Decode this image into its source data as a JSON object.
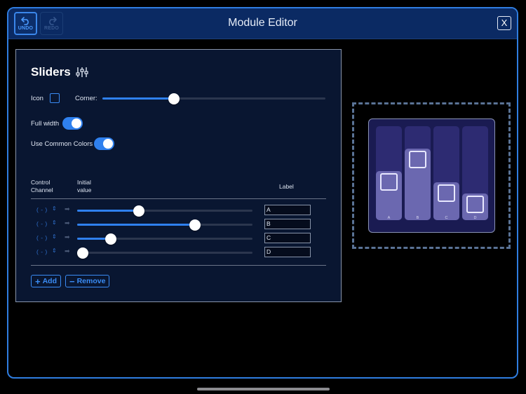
{
  "header": {
    "title": "Module Editor",
    "undo_label": "UNDO",
    "redo_label": "REDO",
    "close_label": "X"
  },
  "panel": {
    "title": "Sliders",
    "title_icon": "sliders-icon",
    "icon_label": "Icon",
    "icon_checked": false,
    "corner_label": "Corner:",
    "corner_value": 0.32,
    "full_width_label": "Full width",
    "full_width_on": true,
    "common_colors_label": "Use Common Colors",
    "common_colors_on": true
  },
  "table": {
    "col_control": "Control\nChannel",
    "col_initial": "Initial\nvalue",
    "col_label": "Label",
    "rows": [
      {
        "channel": "( - )",
        "value": 0.35,
        "label": "A"
      },
      {
        "channel": "( - )",
        "value": 0.67,
        "label": "B"
      },
      {
        "channel": "( - )",
        "value": 0.19,
        "label": "C"
      },
      {
        "channel": "( - )",
        "value": 0.03,
        "label": "D"
      }
    ]
  },
  "actions": {
    "add_label": "Add",
    "remove_label": "Remove"
  },
  "preview": {
    "sliders": [
      {
        "label": "A",
        "value": 0.52
      },
      {
        "label": "B",
        "value": 0.76
      },
      {
        "label": "C",
        "value": 0.4
      },
      {
        "label": "D",
        "value": 0.28
      }
    ]
  },
  "colors": {
    "accent": "#2f80ee",
    "header_bg": "#0b2a63",
    "panel_bg": "#091631",
    "preview_bg": "#1a1b52"
  }
}
